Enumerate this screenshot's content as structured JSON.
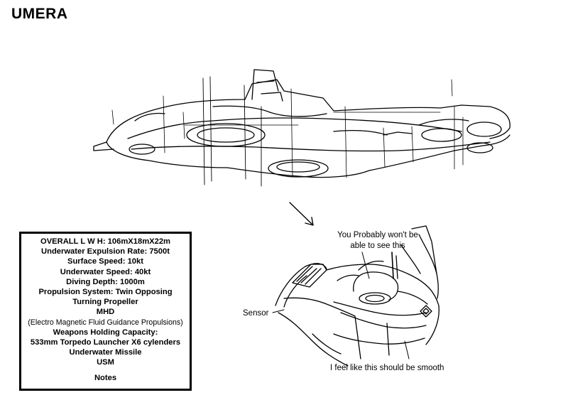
{
  "title": "UMERA",
  "specs": {
    "lines": [
      "OVERALL L W H: 106mX18mX22m",
      "Underwater Expulsion Rate: 7500t",
      "Surface Speed: 10kt",
      "Underwater Speed: 40kt",
      "Diving Depth: 1000m",
      "Propulsion System: Twin Opposing",
      "Turning Propeller",
      "MHD",
      "(Electro Magnetic Fluid Guidance Propulsions)",
      "Weapons Holding Capacity:",
      "533mm Torpedo Launcher X6 cylenders",
      "Underwater Missile",
      "USM"
    ],
    "notes": "Notes"
  },
  "callouts": {
    "visibility_line1": "You Probably won't be",
    "visibility_line2": "able to see this",
    "sensor": "Sensor",
    "smooth": "I feel like this should be smooth"
  }
}
